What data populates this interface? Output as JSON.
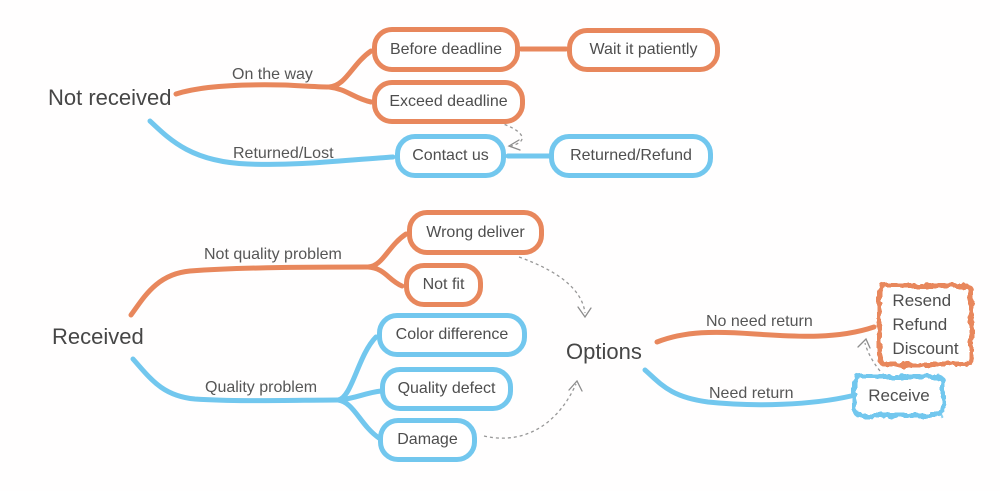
{
  "colors": {
    "branch_orange": "#E8875C",
    "branch_blue": "#72C7EE",
    "text": "#4E4E4E",
    "arrow_gray": "#8C8C8C"
  },
  "labels": {
    "not_received": "Not received",
    "on_the_way": "On the way",
    "returned_lost": "Returned/Lost",
    "before_deadline": "Before deadline",
    "wait_it_patiently": "Wait it patiently",
    "exceed_deadline": "Exceed deadline",
    "contact_us": "Contact us",
    "returned_refund": "Returned/Refund",
    "received": "Received",
    "not_quality_problem": "Not quality problem",
    "quality_problem": "Quality problem",
    "wrong_deliver": "Wrong deliver",
    "not_fit": "Not fit",
    "color_difference": "Color difference",
    "quality_defect": "Quality defect",
    "damage": "Damage",
    "options": "Options",
    "no_need_return": "No need return",
    "need_return": "Need return",
    "resend_lines": [
      "Resend",
      "Refund",
      "Discount"
    ],
    "receive": "Receive"
  }
}
